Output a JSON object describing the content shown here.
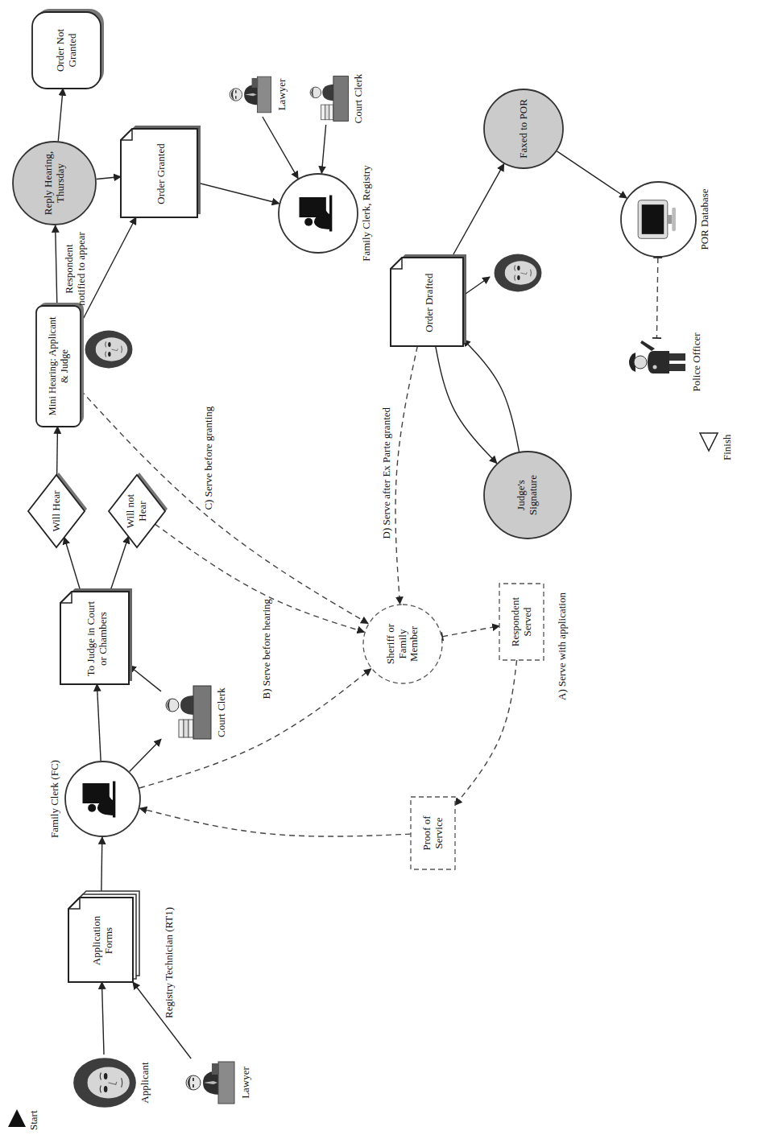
{
  "diagram": {
    "nodes": [
      {
        "text": [
          "Applicant"
        ]
      },
      {
        "text": [
          "Lawyer"
        ]
      },
      {
        "text": [
          "Application Forms"
        ]
      },
      {
        "text": [
          "Family Clerk (FC)"
        ]
      },
      {
        "text": [
          "Court Clerk"
        ]
      },
      {
        "text": [
          "To Judge in Court or Chambers"
        ]
      },
      {
        "text": [
          "Will Hear"
        ]
      },
      {
        "text": [
          "Will not Hear"
        ]
      },
      {
        "text": [
          "Mini Hearing: Applicant & Judge"
        ]
      },
      {
        "text": [
          "Reply Hearing, Thursday"
        ]
      },
      {
        "text": [
          "Order Not Granted"
        ]
      },
      {
        "text": [
          "Order Granted"
        ]
      },
      {
        "text": [
          "Lawyer"
        ]
      },
      {
        "text": [
          "Court Clerk"
        ]
      },
      {
        "text": [
          "Family Clerk, Registry"
        ]
      },
      {
        "text": [
          "Order Drafted"
        ]
      },
      {
        "text": [
          "Judge's Signature"
        ]
      },
      {
        "text": [
          "Faxed to POR"
        ]
      },
      {
        "text": [
          "POR Database"
        ]
      },
      {
        "text": [
          "Police Officer"
        ]
      },
      {
        "text": [
          "Sheriff or Family Member"
        ]
      },
      {
        "text": [
          "Respondent Served"
        ]
      },
      {
        "text": [
          "Proof of Service"
        ]
      }
    ],
    "edges": [
      {
        "from": 0,
        "to": 2,
        "arrow": "to"
      },
      {
        "from": 1,
        "to": 2,
        "arrow": "to"
      },
      {
        "from": 2,
        "to": 3,
        "arrow": "to"
      },
      {
        "from": 3,
        "to": 5,
        "arrow": "to"
      },
      {
        "from": 3,
        "to": 4,
        "arrow": "to"
      },
      {
        "from": 4,
        "to": 5,
        "arrow": "to"
      },
      {
        "from": 5,
        "to": 6,
        "arrow": "to"
      },
      {
        "from": 5,
        "to": 7,
        "arrow": "to"
      },
      {
        "from": 6,
        "to": 8,
        "arrow": "to"
      },
      {
        "from": 8,
        "to": 9,
        "label": "Respondent notified to appear",
        "arrow": "to"
      },
      {
        "from": 8,
        "to": 11,
        "arrow": "to"
      },
      {
        "from": 9,
        "to": 11,
        "arrow": "to"
      },
      {
        "from": 9,
        "to": 10,
        "arrow": "to"
      },
      {
        "from": 11,
        "to": 14,
        "arrow": "to"
      },
      {
        "from": 12,
        "to": 14,
        "arrow": "to"
      },
      {
        "from": 13,
        "to": 14,
        "arrow": "to"
      },
      {
        "from": 15,
        "to": 16,
        "arrow": "to"
      },
      {
        "from": 16,
        "to": 15,
        "arrow": "to"
      },
      {
        "from": 15,
        "to": 17,
        "arrow": "to"
      },
      {
        "from": 17,
        "to": 18,
        "arrow": "to"
      },
      {
        "from": 18,
        "to": 19,
        "arrow": "none"
      },
      {
        "from": 3,
        "to": 20,
        "arrow": "to"
      },
      {
        "from": 20,
        "to": 21,
        "arrow": "to"
      },
      {
        "from": 21,
        "to": 22,
        "arrow": "to"
      },
      {
        "from": 22,
        "to": 3,
        "arrow": "to"
      },
      {
        "from": 7,
        "to": 20,
        "label": "B) Serve before hearing",
        "arrow": "to"
      },
      {
        "from": 8,
        "to": 20,
        "label": "C) Serve before granting",
        "arrow": "to"
      },
      {
        "from": 15,
        "to": 20,
        "label": "D) Serve after Ex Parte granted",
        "arrow": "to"
      }
    ],
    "labels": [
      "Start",
      "Registry Technician (RT1)",
      "A) Serve with application",
      "Finish"
    ]
  }
}
